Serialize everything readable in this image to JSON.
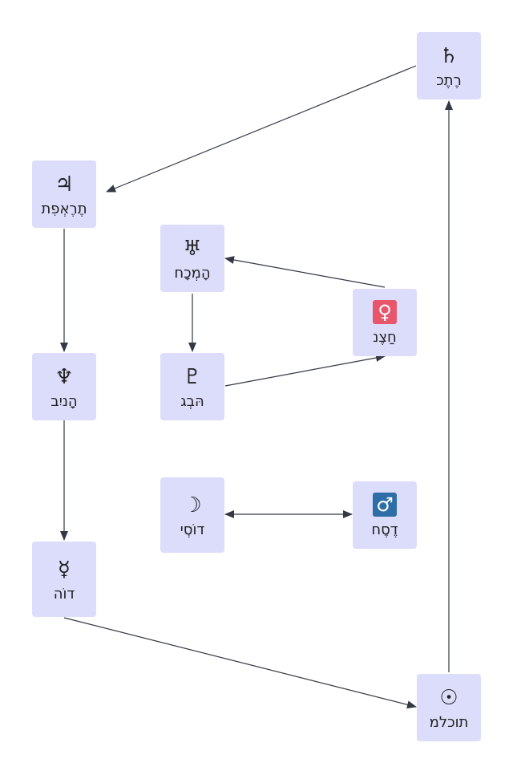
{
  "nodes": {
    "saturn": {
      "symbol": "♄",
      "label": "רֶתֶכ"
    },
    "jupiter": {
      "symbol": "♃",
      "label": "תֶרֶאְפִת"
    },
    "uranus": {
      "symbol": "♅",
      "label": "הָמְכָח"
    },
    "venus": {
      "symbol": "♀",
      "label": "חַצֶנ",
      "badge_color": "#e8566c"
    },
    "neptune": {
      "symbol": "♆",
      "label": "הָניִב"
    },
    "pluto": {
      "symbol": "♇",
      "label": "הּבְג"
    },
    "moon": {
      "symbol": "☽",
      "label": "דוֹסְי"
    },
    "mars": {
      "symbol": "♂",
      "label": "דֶסֶח",
      "badge_color": "#2e6ea6"
    },
    "mercury": {
      "symbol": "☿",
      "label": "דוֹה"
    },
    "sun": {
      "symbol": "☉",
      "label": "תוכלמ"
    }
  },
  "colors": {
    "node_fill": "#dcdcfb",
    "edge": "#333844"
  }
}
